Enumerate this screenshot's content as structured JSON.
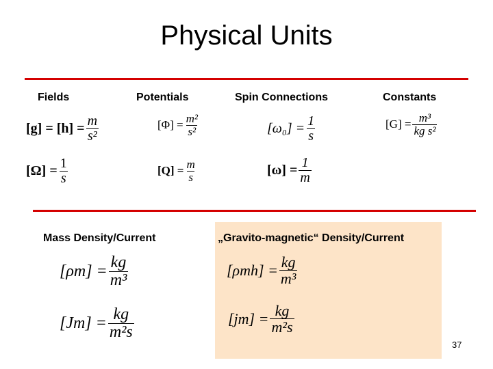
{
  "slide": {
    "title": "Physical Units",
    "page_number": "37",
    "accent_color": "#d40000",
    "panel_color": "#fde4c8"
  },
  "headers": {
    "fields": "Fields",
    "potentials": "Potentials",
    "spin_connections": "Spin Connections",
    "constants": "Constants",
    "mass_density": "Mass Density/Current",
    "gravito_magnetic": "„Gravito-magnetic“ Density/Current"
  },
  "equations": {
    "gh": {
      "lhs": "[g] = [h] =",
      "num": "m",
      "den": "s²"
    },
    "omega_field": {
      "lhs": "[Ω] =",
      "num": "1",
      "den": "s"
    },
    "phi": {
      "lhs": "[Φ] =",
      "num": "m²",
      "den": "s²"
    },
    "q": {
      "lhs": "[Q] =",
      "num": "m",
      "den": "s"
    },
    "omega0": {
      "lhs": "[ω₀] =",
      "num": "1",
      "den": "s"
    },
    "omega_vec": {
      "lhs": "[ω] =",
      "num": "1",
      "den": "m"
    },
    "g_const": {
      "lhs": "[G] =",
      "num": "m³",
      "den": "kg s²"
    },
    "rho_m": {
      "lhs": "[ρm] =",
      "num": "kg",
      "den": "m³"
    },
    "j_m": {
      "lhs": "[Jm] =",
      "num": "kg",
      "den": "m²s"
    },
    "rho_mh": {
      "lhs": "[ρmh] =",
      "num": "kg",
      "den": "m³"
    },
    "j_small": {
      "lhs": "[jm] =",
      "num": "kg",
      "den": "m²s"
    }
  }
}
